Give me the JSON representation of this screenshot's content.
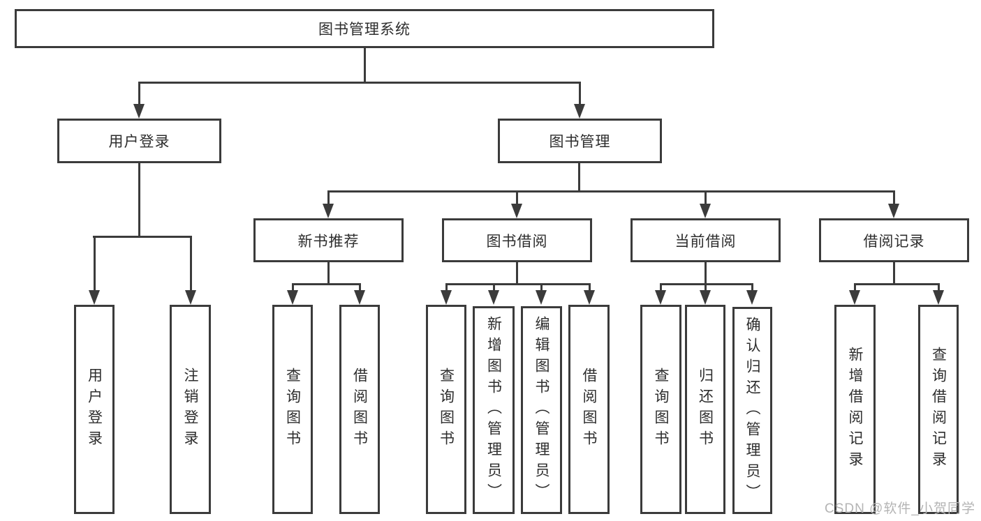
{
  "diagram_type": "tree-diagram",
  "colors": {
    "line": "#3b3b3b",
    "text": "#2d2d2d",
    "background": "#ffffff",
    "watermark": "#b4b4b4"
  },
  "hierarchy": {
    "label": "图书管理系统",
    "children": [
      {
        "label": "用户登录",
        "children": [
          {
            "label": "用户登录"
          },
          {
            "label": "注销登录"
          }
        ]
      },
      {
        "label": "图书管理",
        "children": [
          {
            "label": "新书推荐",
            "children": [
              {
                "label": "查询图书"
              },
              {
                "label": "借阅图书"
              }
            ]
          },
          {
            "label": "图书借阅",
            "children": [
              {
                "label": "查询图书"
              },
              {
                "label": "新增图书（管理员）"
              },
              {
                "label": "编辑图书（管理员）"
              },
              {
                "label": "借阅图书"
              }
            ]
          },
          {
            "label": "当前借阅",
            "children": [
              {
                "label": "查询图书"
              },
              {
                "label": "归还图书"
              },
              {
                "label": "确认归还（管理员）"
              }
            ]
          },
          {
            "label": "借阅记录",
            "children": [
              {
                "label": "新增借阅记录"
              },
              {
                "label": "查询借阅记录"
              }
            ]
          }
        ]
      }
    ]
  },
  "watermark": {
    "text": "CSDN @软件_小贺同学"
  }
}
